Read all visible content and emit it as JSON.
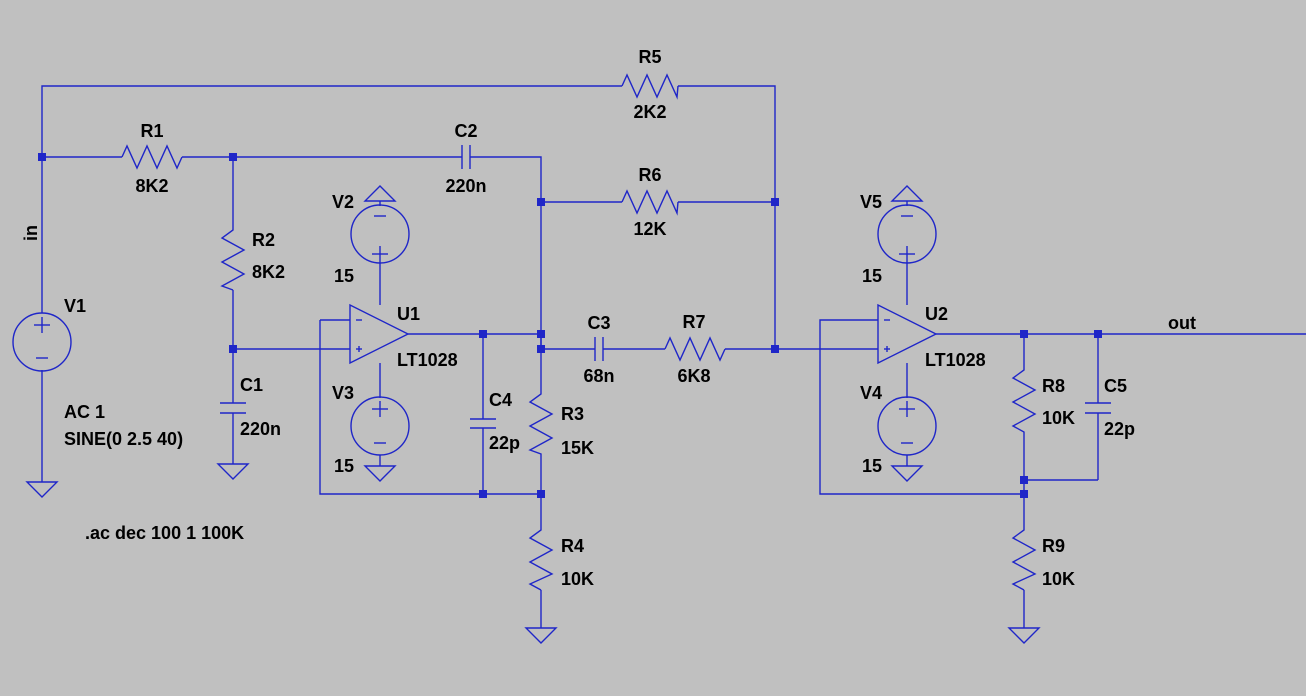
{
  "schematic": {
    "R1": {
      "name": "R1",
      "value": "8K2"
    },
    "R2": {
      "name": "R2",
      "value": "8K2"
    },
    "R3": {
      "name": "R3",
      "value": "15K"
    },
    "R4": {
      "name": "R4",
      "value": "10K"
    },
    "R5": {
      "name": "R5",
      "value": "2K2"
    },
    "R6": {
      "name": "R6",
      "value": "12K"
    },
    "R7": {
      "name": "R7",
      "value": "6K8"
    },
    "R8": {
      "name": "R8",
      "value": "10K"
    },
    "R9": {
      "name": "R9",
      "value": "10K"
    },
    "C1": {
      "name": "C1",
      "value": "220n"
    },
    "C2": {
      "name": "C2",
      "value": "220n"
    },
    "C3": {
      "name": "C3",
      "value": "68n"
    },
    "C4": {
      "name": "C4",
      "value": "22p"
    },
    "C5": {
      "name": "C5",
      "value": "22p"
    },
    "V1": {
      "name": "V1",
      "line1": "AC 1",
      "line2": "SINE(0 2.5 40)"
    },
    "V2": {
      "name": "V2",
      "value": "15"
    },
    "V3": {
      "name": "V3",
      "value": "15"
    },
    "V4": {
      "name": "V4",
      "value": "15"
    },
    "V5": {
      "name": "V5",
      "value": "15"
    },
    "U1": {
      "name": "U1",
      "model": "LT1028"
    },
    "U2": {
      "name": "U2",
      "model": "LT1028"
    },
    "net_in": "in",
    "net_out": "out",
    "directive": ".ac dec 100 1 100K",
    "wire_color": "#1f26c8",
    "background_color": "#c0c0c0"
  }
}
